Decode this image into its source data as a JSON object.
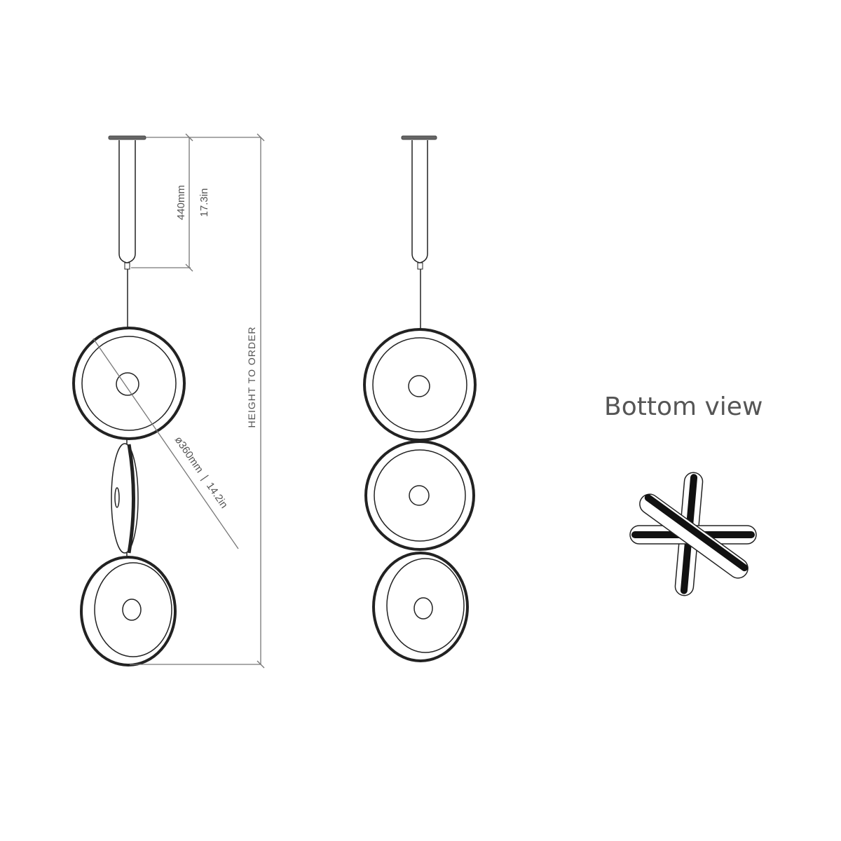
{
  "dimensions": {
    "stem_length_mm": "440mm",
    "stem_length_in": "17.3in",
    "overall_height": "HEIGHT TO ORDER",
    "disc_diameter": "ø360mm  |  14.2in"
  },
  "labels": {
    "bottom_view": "Bottom view"
  }
}
